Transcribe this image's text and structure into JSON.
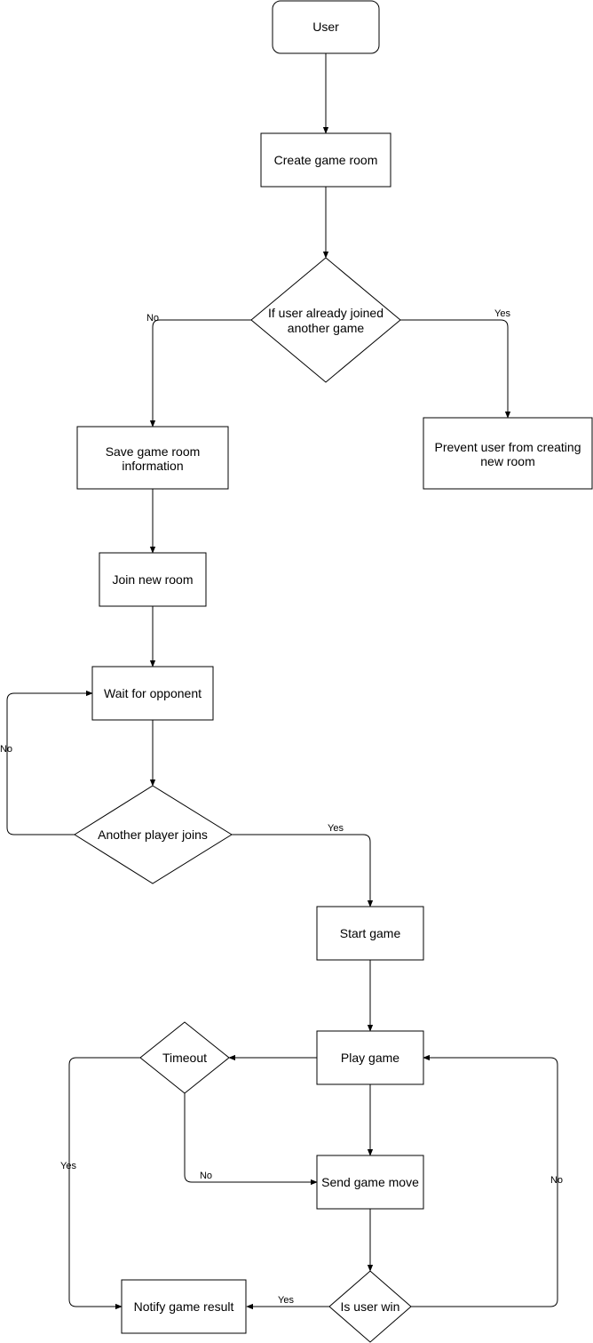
{
  "nodes": {
    "user": "User",
    "create_room": "Create game room",
    "if_joined": [
      "If user already joined",
      "another game"
    ],
    "save_room": [
      "Save game room",
      "information"
    ],
    "prevent": [
      "Prevent user from creating",
      "new room"
    ],
    "join_room": "Join new room",
    "wait": "Wait for opponent",
    "another_joins": "Another player joins",
    "start_game": "Start game",
    "play_game": "Play game",
    "timeout": "Timeout",
    "send_move": "Send game move",
    "is_win": "Is user win",
    "notify": "Notify game result"
  },
  "edge_labels": {
    "joined_no": "No",
    "joined_yes": "Yes",
    "joins_no": "No",
    "joins_yes": "Yes",
    "timeout_yes": "Yes",
    "timeout_no": "No",
    "win_yes": "Yes",
    "win_no": "No"
  }
}
